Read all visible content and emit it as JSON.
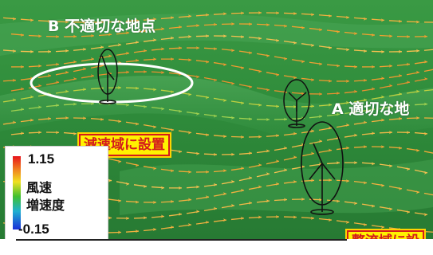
{
  "labels": {
    "site_b": "B 不適切な地点",
    "site_a": "A 適切な地",
    "deceleration_zone": "減速域に設置",
    "laminar_zone": "整流域に設"
  },
  "legend": {
    "max": "1.15",
    "title_line1": "風速",
    "title_line2": "増速度",
    "min": "-0.15"
  },
  "colors": {
    "terrain": "#2f8f3a",
    "callout_fill": "#fff200",
    "callout_text": "#d41c1c",
    "flow_arrow": "#e8a030"
  },
  "icons": [
    "wind-turbine-icon",
    "highlight-ellipse"
  ]
}
